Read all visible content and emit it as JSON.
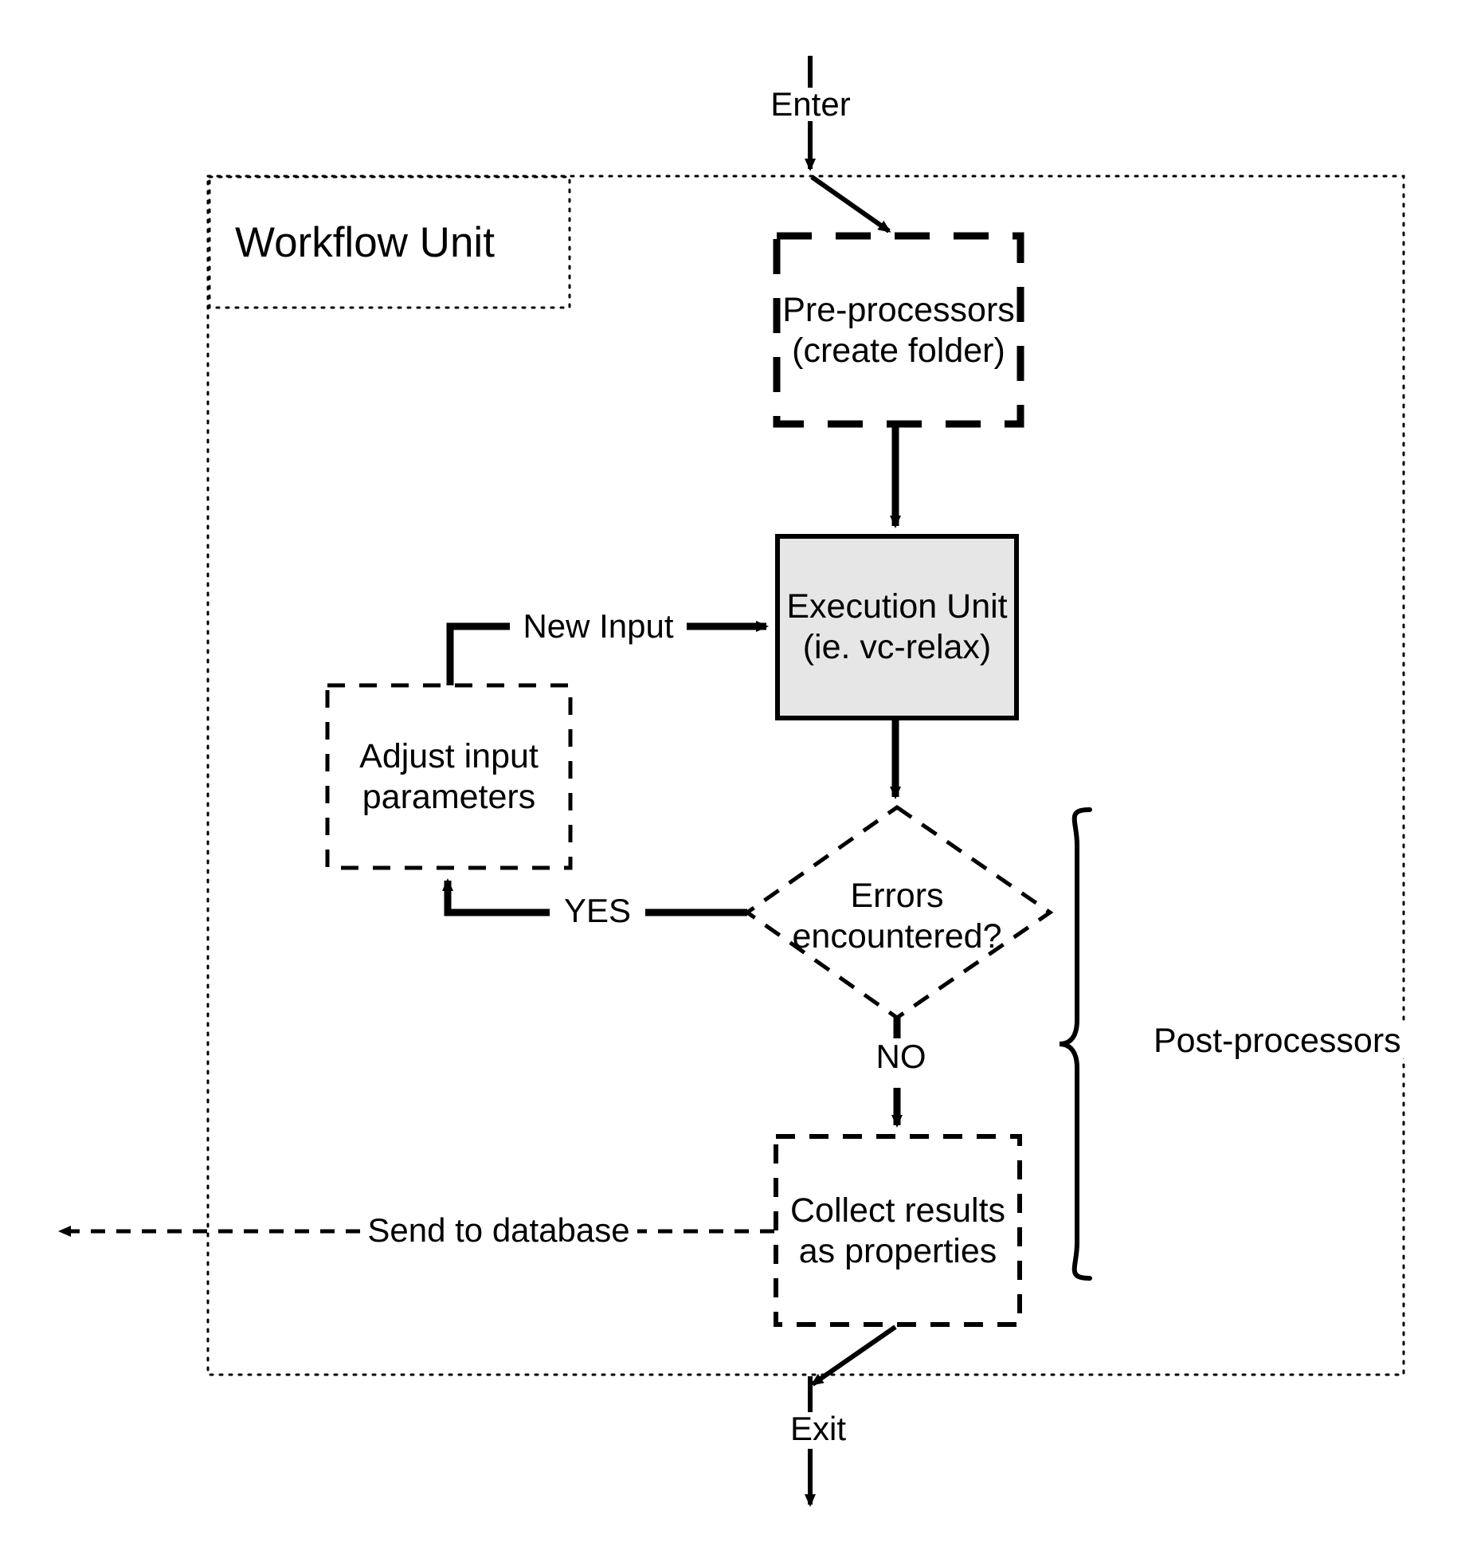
{
  "diagram": {
    "title_box": {
      "label": "Workflow Unit"
    },
    "nodes": {
      "preprocessors": {
        "line1": "Pre-processors",
        "line2": "(create folder)"
      },
      "execution_unit": {
        "line1": "Execution Unit",
        "line2": "(ie. vc-relax)"
      },
      "adjust_input": {
        "line1": "Adjust input",
        "line2": "parameters"
      },
      "decision": {
        "line1": "Errors",
        "line2": "encountered?"
      },
      "collect_results": {
        "line1": "Collect results",
        "line2": "as properties"
      }
    },
    "edge_labels": {
      "enter": "Enter",
      "exit": "Exit",
      "new_input": "New Input",
      "yes": "YES",
      "no": "NO",
      "send_to_database": "Send to database"
    },
    "annotations": {
      "post_processors": "Post-processors"
    },
    "colors": {
      "stroke": "#000000",
      "background": "#ffffff",
      "execution_unit_fill": "#e6e6e6"
    }
  }
}
